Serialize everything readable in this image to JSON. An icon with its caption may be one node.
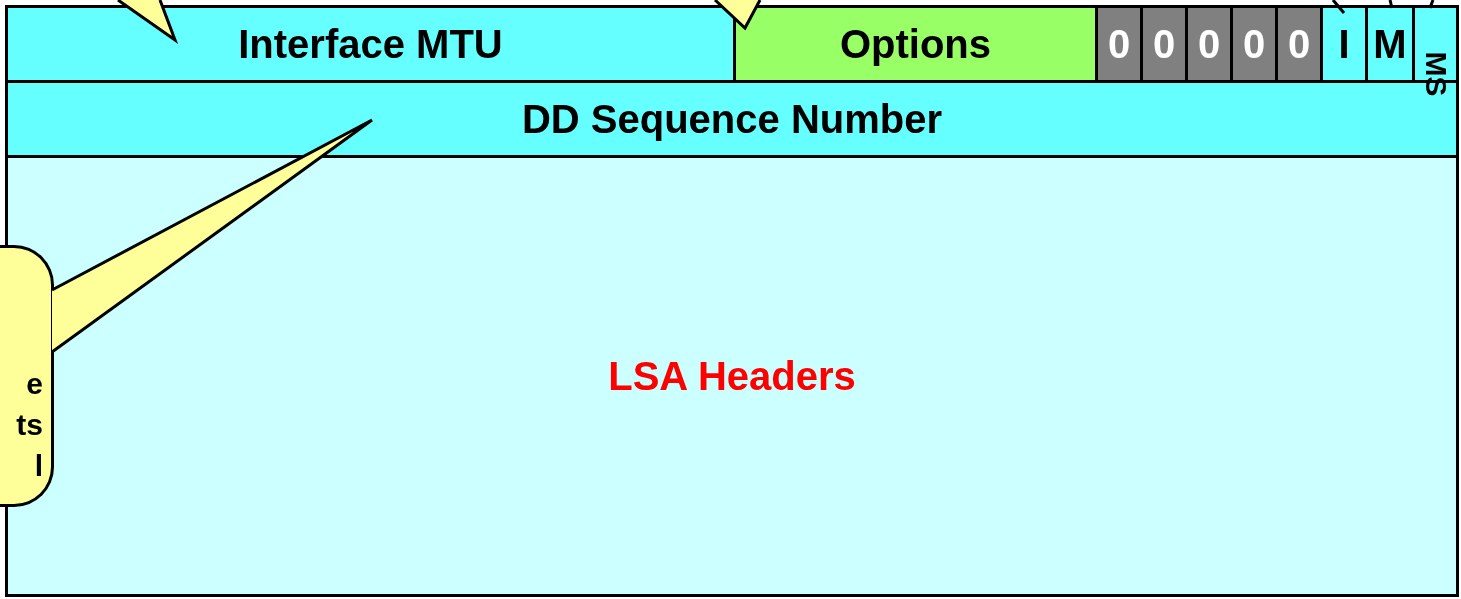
{
  "diagram": {
    "nodes": [
      {
        "text": [
          "Interface MTU"
        ]
      },
      {
        "text": [
          "Options"
        ]
      },
      {
        "text": [
          "0"
        ]
      },
      {
        "text": [
          "0"
        ]
      },
      {
        "text": [
          "0"
        ]
      },
      {
        "text": [
          "0"
        ]
      },
      {
        "text": [
          "0"
        ]
      },
      {
        "text": [
          "I"
        ]
      },
      {
        "text": [
          "M"
        ]
      },
      {
        "text": [
          "MS"
        ]
      },
      {
        "text": [
          "DD Sequence Number"
        ]
      },
      {
        "text": [
          "LSA Headers"
        ]
      },
      {
        "text": [
          "e ts l"
        ]
      }
    ],
    "edges": [
      {
        "from": null,
        "to": 7,
        "arrow": "none"
      },
      {
        "from": null,
        "to": 8,
        "arrow": "none"
      },
      {
        "from": null,
        "to": 9,
        "arrow": "none"
      }
    ]
  }
}
